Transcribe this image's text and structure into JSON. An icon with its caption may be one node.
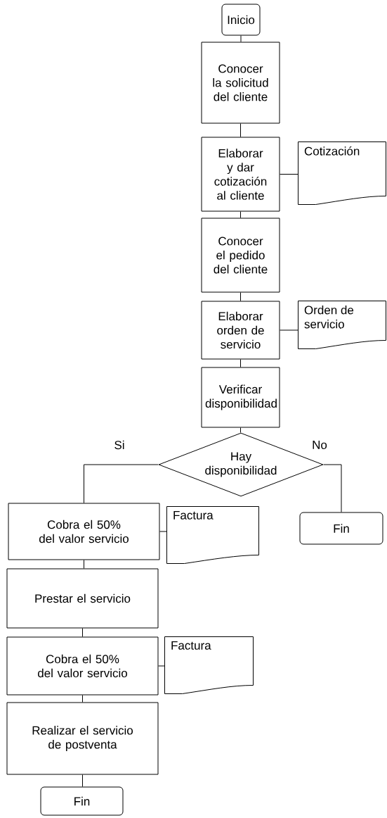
{
  "diagram": {
    "nodes": [
      {
        "text": [
          "Inicio"
        ]
      },
      {
        "text": [
          "Conocer la solicitud del cliente"
        ]
      },
      {
        "text": [
          "Elaborar y dar cotización al cliente"
        ]
      },
      {
        "text": [
          "Cotización"
        ]
      },
      {
        "text": [
          "Conocer el pedido del cliente"
        ]
      },
      {
        "text": [
          "Elaborar orden de servicio"
        ]
      },
      {
        "text": [
          "Orden de servicio"
        ]
      },
      {
        "text": [
          "Verificar disponibilidad"
        ]
      },
      {
        "text": [
          "Hay disponibilidad"
        ]
      },
      {
        "text": [
          "Cobra el 50% del valor servicio"
        ]
      },
      {
        "text": [
          "Factura"
        ]
      },
      {
        "text": [
          "Fin"
        ]
      },
      {
        "text": [
          "Prestar el servicio"
        ]
      },
      {
        "text": [
          "Cobra el 50% del valor servicio"
        ]
      },
      {
        "text": [
          "Factura"
        ]
      },
      {
        "text": [
          "Realizar el servicio de postventa"
        ]
      },
      {
        "text": [
          "Fin"
        ]
      }
    ],
    "edges": [
      {
        "from": 0,
        "to": 1,
        "arrow": "none"
      },
      {
        "from": 1,
        "to": 2,
        "arrow": "none"
      },
      {
        "from": 2,
        "to": 3,
        "arrow": "none"
      },
      {
        "from": 2,
        "to": 4,
        "arrow": "none"
      },
      {
        "from": 4,
        "to": 5,
        "arrow": "none"
      },
      {
        "from": 5,
        "to": 6,
        "arrow": "none"
      },
      {
        "from": 5,
        "to": 7,
        "arrow": "none"
      },
      {
        "from": 7,
        "to": 8,
        "arrow": "none"
      },
      {
        "from": 8,
        "to": 9,
        "arrow": "none",
        "label": "Si"
      },
      {
        "from": 8,
        "to": 11,
        "arrow": "none",
        "label": "No"
      },
      {
        "from": 9,
        "to": 10,
        "arrow": "none"
      },
      {
        "from": 9,
        "to": 12,
        "arrow": "none"
      },
      {
        "from": 12,
        "to": 13,
        "arrow": "none"
      },
      {
        "from": 13,
        "to": 14,
        "arrow": "none"
      },
      {
        "from": 13,
        "to": 15,
        "arrow": "none"
      },
      {
        "from": 15,
        "to": 16,
        "arrow": "none"
      }
    ]
  }
}
